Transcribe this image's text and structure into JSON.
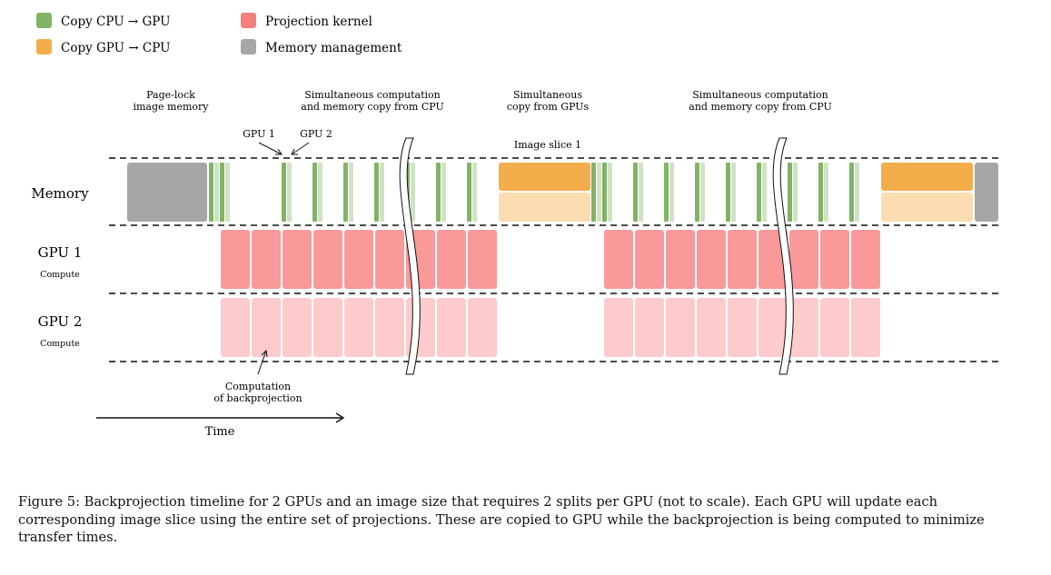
{
  "legend": [
    {
      "label": "Copy CPU → GPU",
      "color": "#82b366"
    },
    {
      "label": "Copy GPU → CPU",
      "color": "#f4ad4b"
    },
    {
      "label": "Projection kernel",
      "color": "#f4807e"
    },
    {
      "label": "Memory management",
      "color": "#a6a6a6"
    }
  ],
  "rows": {
    "memory": "Memory",
    "gpu1": "GPU 1",
    "gpu1_sub": "Compute",
    "gpu2": "GPU 2",
    "gpu2_sub": "Compute"
  },
  "annotations": {
    "page_lock": [
      "Page-lock",
      "image memory"
    ],
    "simultaneous_1": [
      "Simultaneous computation",
      "and memory copy from CPU"
    ],
    "simultaneous_copy": [
      "Simultaneous",
      "copy from GPUs"
    ],
    "simultaneous_2": [
      "Simultaneous computation",
      "and memory copy from CPU"
    ],
    "gpu1_copy": "GPU 1",
    "gpu2_copy": "GPU 2",
    "image_slice": "Image slice 1",
    "computation": [
      "Computation",
      "of backprojection"
    ],
    "time": "Time"
  },
  "colors": {
    "copy_gpu1": "#82b366",
    "copy_gpu2": "#cfe3c4",
    "gpu_to_cpu": "#f4ad4b",
    "gpu_to_cpu_light": "#fadcb0",
    "kernel_gpu1": "#f9999a",
    "kernel_gpu2": "#fdcbcb",
    "memory_mgmt": "#a6a6a6"
  },
  "caption": "Figure 5: Backprojection timeline for 2 GPUs and an image size that requires 2 splits per GPU (not to scale). Each GPU will update each corresponding image slice using the entire set of projections. These are copied to GPU while the backprojection is being computed to minimize transfer times."
}
